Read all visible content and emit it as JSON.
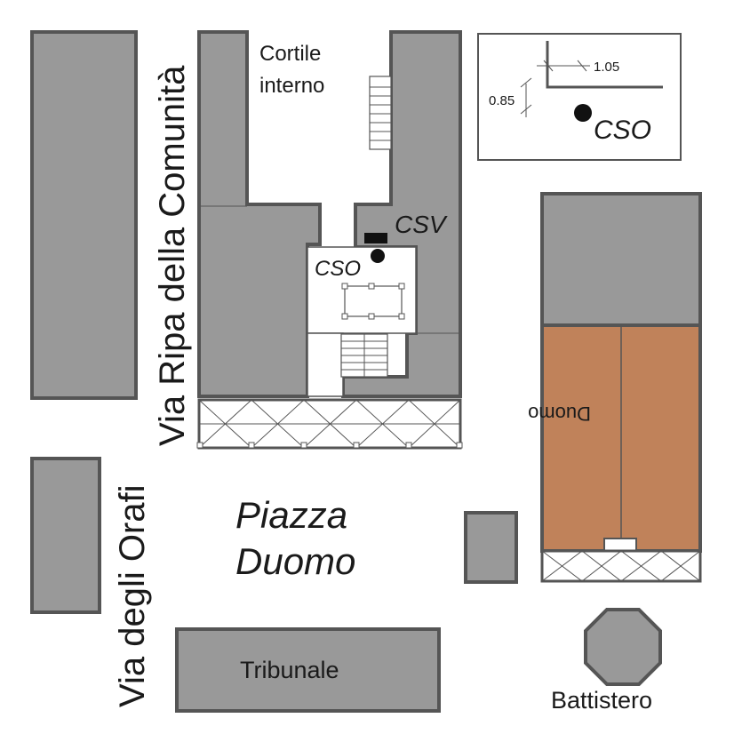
{
  "map": {
    "labels": {
      "via_ripa": "Via Ripa della Comunità",
      "via_orafi": "Via degli Orafi",
      "piazza_line1": "Piazza",
      "piazza_line2": "Duomo",
      "cortile_line1": "Cortile",
      "cortile_line2": "interno",
      "csv": "CSV",
      "cso_main": "CSO",
      "duomo": "Duomo",
      "tribunale": "Tribunale",
      "battistero": "Battistero"
    },
    "inset": {
      "dim_horizontal": "1.05",
      "dim_vertical": "0.85",
      "cso_label": "CSO"
    },
    "colors": {
      "building": "#999999",
      "outline": "#555555",
      "duomo": "#c0825a",
      "background": "#ffffff"
    }
  }
}
